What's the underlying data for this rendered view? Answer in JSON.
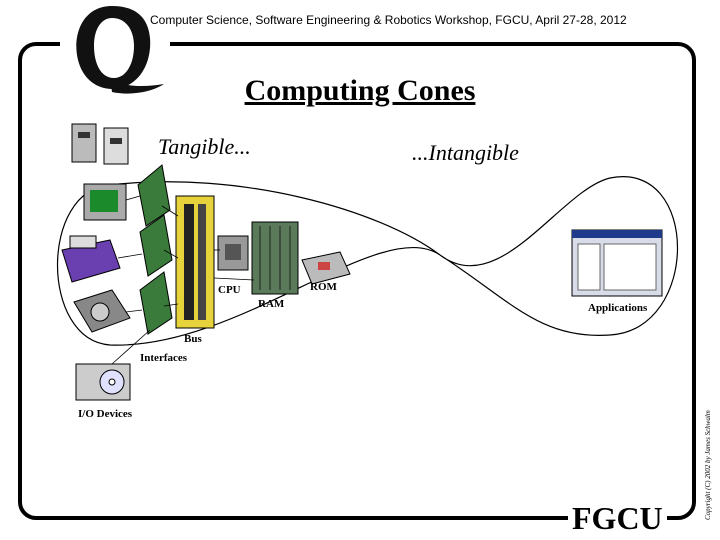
{
  "header": {
    "text": "Computer Science, Software Engineering & Robotics Workshop, FGCU, April 27-28, 2012"
  },
  "title": "Computing Cones",
  "left_heading": "Tangible...",
  "right_heading": "...Intangible",
  "labels": {
    "cpu": "CPU",
    "ram": "RAM",
    "rom": "ROM",
    "bus": "Bus",
    "interfaces": "Interfaces",
    "io_devices": "I/O Devices",
    "applications": "Applications"
  },
  "copyright": "Copyright (C) 2002 by James Schwalm",
  "footer_logo": "FGCU"
}
